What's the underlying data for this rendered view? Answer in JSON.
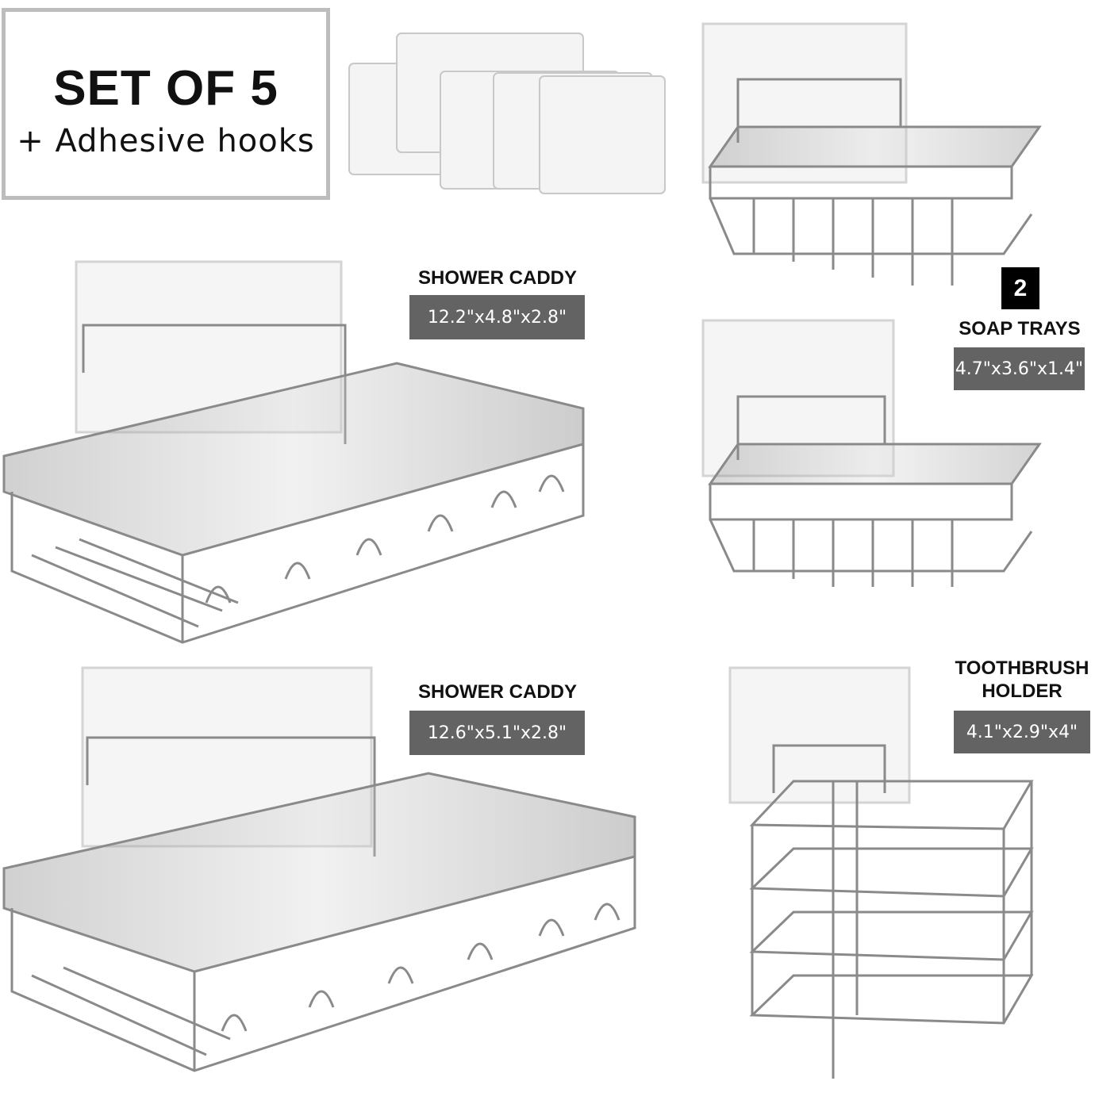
{
  "headline": {
    "title": "SET OF 5",
    "subtitle": "+ Adhesive hooks"
  },
  "products": [
    {
      "title": "SHOWER CADDY",
      "dimensions": "12.2\"x4.8\"x2.8\""
    },
    {
      "title": "SHOWER CADDY",
      "dimensions": "12.6\"x5.1\"x2.8\""
    },
    {
      "count": "2",
      "title": "SOAP TRAYS",
      "dimensions": "4.7\"x3.6\"x1.4\""
    },
    {
      "title_line1": "TOOTHBRUSH",
      "title_line2": "HOLDER",
      "dimensions": "4.1\"x2.9\"x4\""
    }
  ],
  "colors": {
    "badge": "#636363",
    "frame": "#bdbdbd",
    "metal": "#8a8a8a"
  }
}
